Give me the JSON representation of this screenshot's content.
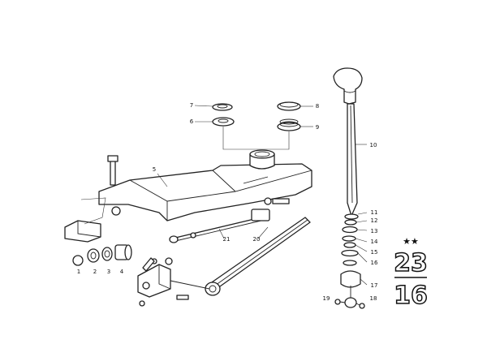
{
  "callouts": [
    {
      "id": "c1",
      "text": "1"
    },
    {
      "id": "c2",
      "text": "2"
    },
    {
      "id": "c3",
      "text": "3"
    },
    {
      "id": "c4",
      "text": "4"
    },
    {
      "id": "c5",
      "text": "5"
    },
    {
      "id": "c6",
      "text": "6"
    },
    {
      "id": "c7",
      "text": "7"
    },
    {
      "id": "c8",
      "text": "8"
    },
    {
      "id": "c9",
      "text": "9"
    },
    {
      "id": "c10",
      "text": "10"
    },
    {
      "id": "c11",
      "text": "11"
    },
    {
      "id": "c12",
      "text": "12"
    },
    {
      "id": "c13",
      "text": "13"
    },
    {
      "id": "c14",
      "text": "14"
    },
    {
      "id": "c15",
      "text": "15"
    },
    {
      "id": "c16",
      "text": "16"
    },
    {
      "id": "c17",
      "text": "17"
    },
    {
      "id": "c18",
      "text": "18"
    },
    {
      "id": "c19",
      "text": "19"
    },
    {
      "id": "c20",
      "text": "20"
    },
    {
      "id": "c21",
      "text": "21"
    }
  ],
  "group_badge": {
    "stars": "★★",
    "top": "23",
    "bottom": "16"
  }
}
